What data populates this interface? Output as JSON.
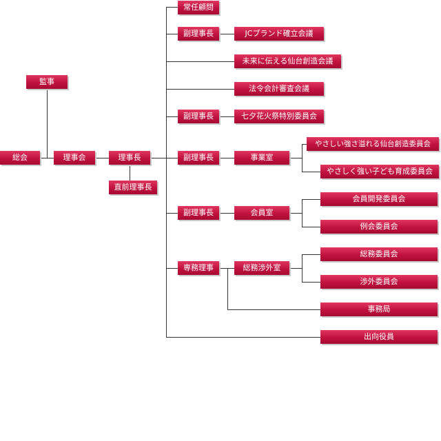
{
  "org": {
    "kansa": "監事",
    "soukai": "総会",
    "rijikai": "理事会",
    "rijichou": "理事長",
    "chokuzen": "直前理事長",
    "joninkomon": "常任顧問",
    "fuku1": "副理事長",
    "jc_brand": "JCブランド確立会議",
    "mirai": "未来に伝える仙台創造会議",
    "hourei": "法令会計審査会議",
    "fuku2": "副理事長",
    "tanabata": "七夕花火祭特別委員会",
    "fuku3": "副理事長",
    "jigyoushitsu": "事業室",
    "yasashii_tsuyosa": "やさしい強さ溢れる仙台創造委員会",
    "yasashiku_kodomo": "やさしく強い子ども育成委員会",
    "fuku4": "副理事長",
    "kaiinshitsu": "会員室",
    "kaiin_kaihatsu": "会員開発委員会",
    "reikai": "例会委員会",
    "senmu": "専務理事",
    "soumu_shougai": "総務渉外室",
    "soumu": "総務委員会",
    "shougai": "渉外委員会",
    "jimukyoku": "事務局",
    "shukkou": "出向役員"
  }
}
